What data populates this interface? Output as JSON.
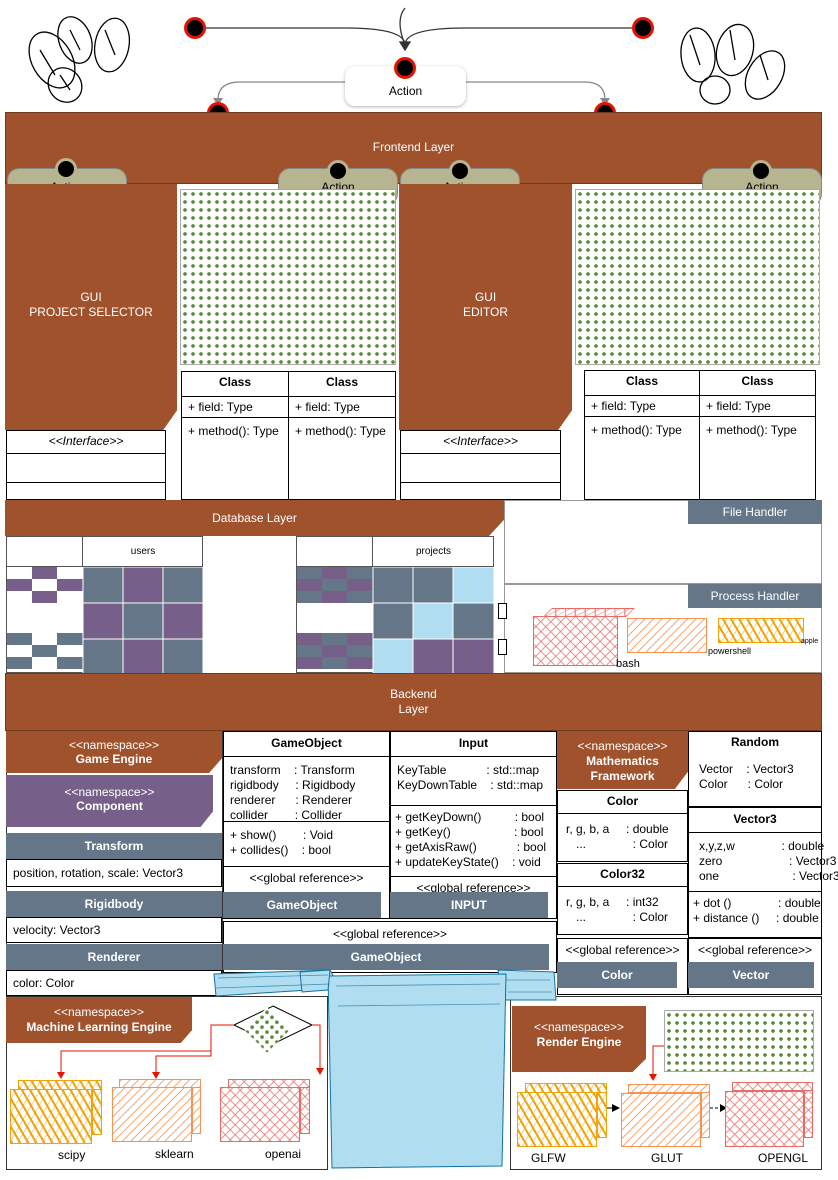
{
  "top_action": "Action",
  "frontend": {
    "title": "Frontend Layer",
    "actions": [
      "Action",
      "Action",
      "Action",
      "Action"
    ],
    "gui_project_selector": [
      "GUI",
      "PROJECT SELECTOR"
    ],
    "gui_editor": [
      "GUI",
      "EDITOR"
    ],
    "interface_label": "<<Interface>>",
    "class_title": "Class",
    "class_field": "+ field: Type",
    "class_method": "+ method(): Type"
  },
  "database": {
    "title": "Database Layer",
    "users_label": "users",
    "projects_label": "projects"
  },
  "file_handler": "File Handler",
  "process_handler": {
    "title": "Process Handler",
    "bash": "bash",
    "powershell": "powershell",
    "apple": "apple"
  },
  "backend": [
    "Backend",
    "Layer"
  ],
  "game_engine": {
    "ns": "<<namespace>>",
    "name": "Game Engine",
    "component_ns": "<<namespace>>",
    "component_name": "Component",
    "transform": {
      "title": "Transform",
      "field": "position, rotation, scale: Vector3"
    },
    "rigidbody": {
      "title": "Rigidbody",
      "field": "velocity: Vector3"
    },
    "renderer": {
      "title": "Renderer",
      "field": "color: Color"
    }
  },
  "gameobject": {
    "title": "GameObject",
    "fields": "transform    : Transform\nrigidbody     : Rigidbody\nrenderer      : Renderer\ncollider        : Collider",
    "methods": "+ show()        : Void\n+ collides()    : bool",
    "global_ref": "<<global reference>>",
    "ref_name": "GameObject"
  },
  "input": {
    "title": "Input",
    "fields": "KeyTable            : std::map\nKeyDownTable    : std::map",
    "methods": "+ getKeyDown()          : bool\n+ getKey()                   : bool\n+ getAxisRaw()            : bool\n+ updateKeyState()    : void",
    "global_ref": "<<global reference>>",
    "ref_name": "INPUT"
  },
  "global_gameobject": {
    "ref": "<<global reference>>",
    "name": "GameObject"
  },
  "math": {
    "ns": "<<namespace>>",
    "name": [
      "Mathematics",
      "Framework"
    ],
    "color": {
      "title": "Color",
      "fields": "r, g, b, a     : double\n   ...              : Color"
    },
    "color32": {
      "title": "Color32",
      "fields": "r, g, b, a     : int32\n   ...              : Color"
    },
    "global_ref": "<<global reference>>",
    "ref_name": "Color"
  },
  "random": {
    "title": "Random",
    "fields": "Vector    : Vector3\nColor      : Color"
  },
  "vector3": {
    "title": "Vector3",
    "fields": "x,y,z,w              : double\nzero                    : Vector3\none                      : Vector3",
    "methods": "+ dot ()              : double\n+ distance ()     : double",
    "global_ref": "<<global reference>>",
    "ref_name": "Vector"
  },
  "ml": {
    "ns": "<<namespace>>",
    "name": "Machine Learning Engine",
    "libs": [
      "scipy",
      "sklearn",
      "openai"
    ]
  },
  "render": {
    "ns": "<<namespace>>",
    "name": "Render Engine",
    "libs": [
      "GLFW",
      "GLUT",
      "OPENGL"
    ]
  },
  "colors": {
    "brown": "#a0522d",
    "slate": "#647687",
    "purple": "#76608a",
    "olive": "#b7b490",
    "light_blue": "#b1ddf0",
    "red_dot": "#e51400"
  }
}
